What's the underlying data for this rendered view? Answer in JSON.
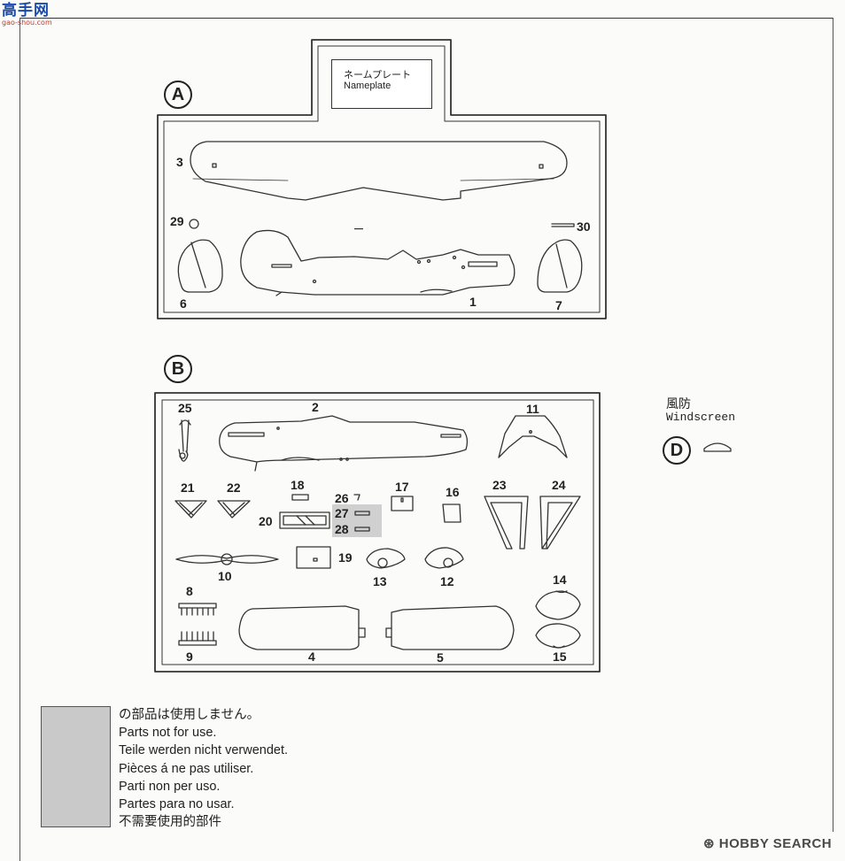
{
  "watermark": {
    "title": "高手网",
    "url": "gao-shou.com"
  },
  "sprue_a": {
    "letter": "A",
    "nameplate_jp": "ネームプレート",
    "nameplate_en": "Nameplate",
    "parts": [
      "3",
      "29",
      "30",
      "6",
      "1",
      "7"
    ]
  },
  "sprue_b": {
    "letter": "B",
    "parts": [
      "25",
      "2",
      "11",
      "21",
      "22",
      "18",
      "26",
      "27",
      "28",
      "17",
      "16",
      "23",
      "24",
      "20",
      "19",
      "10",
      "13",
      "12",
      "14",
      "8",
      "9",
      "4",
      "5",
      "15"
    ]
  },
  "sprue_d": {
    "letter": "D",
    "label_jp": "風防",
    "label_en": "Windscreen"
  },
  "legend": {
    "lines": [
      "の部品は使用しません。",
      "Parts not for use.",
      "Teile werden nicht verwendet.",
      "Pièces á ne pas utiliser.",
      "Parti non per uso.",
      "Partes para no usar.",
      "不需要使用的部件"
    ]
  },
  "brand": "⊛ HOBBY SEARCH"
}
